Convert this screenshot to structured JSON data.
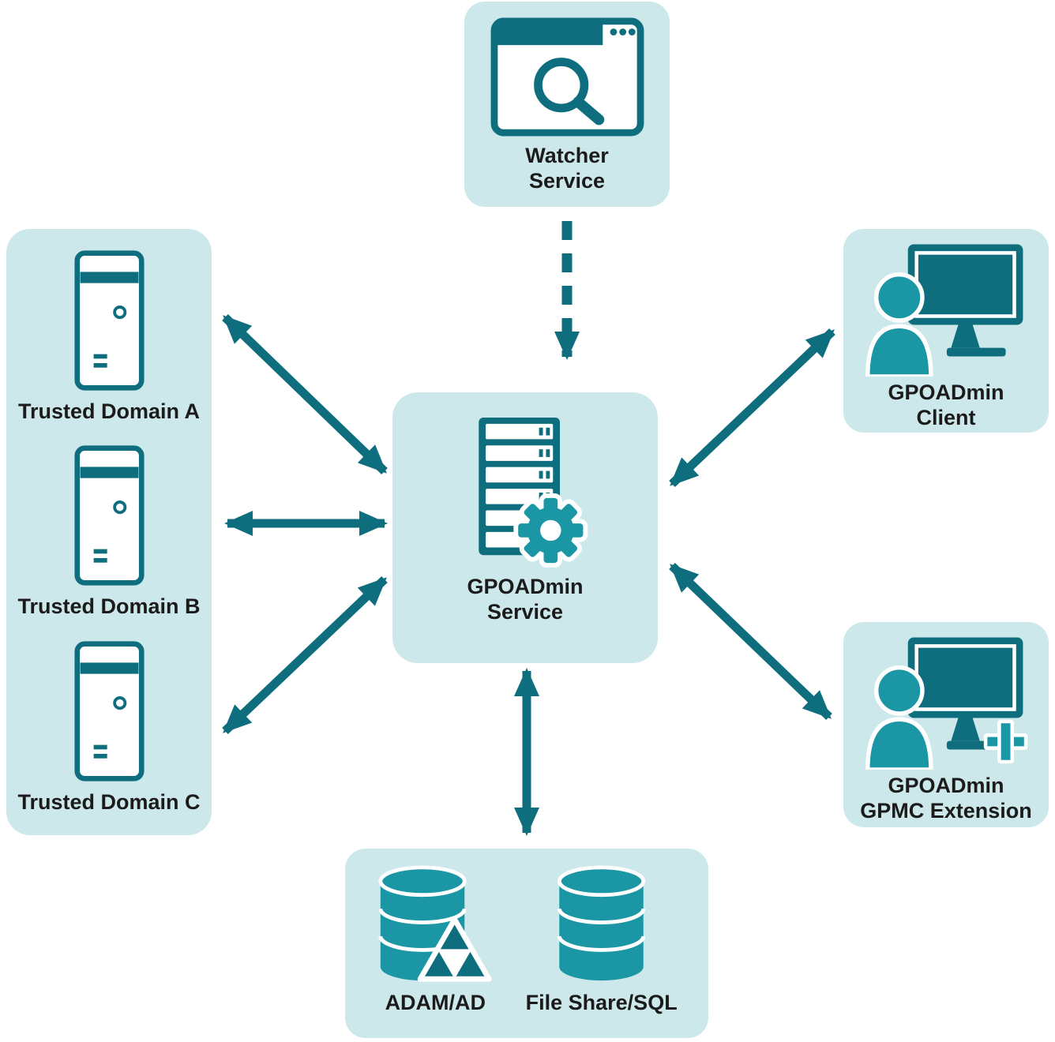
{
  "colors": {
    "background": "#ffffff",
    "box_bg": "#cde8ea",
    "dark_teal": "#0e6e7e",
    "mid_teal": "#1a96a5",
    "label_text": "#1b1b1b"
  },
  "nodes": {
    "watcher_service": {
      "icon": "browser-search-icon",
      "label_lines": [
        "Watcher",
        "Service"
      ]
    },
    "gpoadmin_service": {
      "icon": "server-rack-gear-icon",
      "label_lines": [
        "GPOADmin",
        "Service"
      ]
    },
    "gpoadmin_client": {
      "icon": "user-monitor-icon",
      "label_lines": [
        "GPOADmin",
        "Client"
      ]
    },
    "gpoadmin_gpmc_extension": {
      "icon": "user-monitor-plus-icon",
      "label_lines": [
        "GPOADmin",
        "GPMC Extension"
      ]
    },
    "trusted_domains": [
      {
        "icon": "server-tower-icon",
        "label": "Trusted Domain A"
      },
      {
        "icon": "server-tower-icon",
        "label": "Trusted Domain B"
      },
      {
        "icon": "server-tower-icon",
        "label": "Trusted Domain C"
      }
    ],
    "storage": [
      {
        "icon": "database-triangle-icon",
        "label": "ADAM/AD"
      },
      {
        "icon": "database-icon",
        "label": "File Share/SQL"
      }
    ]
  },
  "connections": [
    {
      "from": "Watcher Service",
      "to": "GPOADmin Service",
      "line": "dashed",
      "arrows": "one-way"
    },
    {
      "from": "GPOADmin Service",
      "to": "Trusted Domain A",
      "line": "solid",
      "arrows": "two-way"
    },
    {
      "from": "GPOADmin Service",
      "to": "Trusted Domain B",
      "line": "solid",
      "arrows": "two-way"
    },
    {
      "from": "GPOADmin Service",
      "to": "Trusted Domain C",
      "line": "solid",
      "arrows": "two-way"
    },
    {
      "from": "GPOADmin Service",
      "to": "GPOADmin Client",
      "line": "solid",
      "arrows": "two-way"
    },
    {
      "from": "GPOADmin Service",
      "to": "GPOADmin GPMC Extension",
      "line": "solid",
      "arrows": "two-way"
    },
    {
      "from": "GPOADmin Service",
      "to": "ADAM/AD & File Share/SQL",
      "line": "solid",
      "arrows": "two-way"
    }
  ]
}
